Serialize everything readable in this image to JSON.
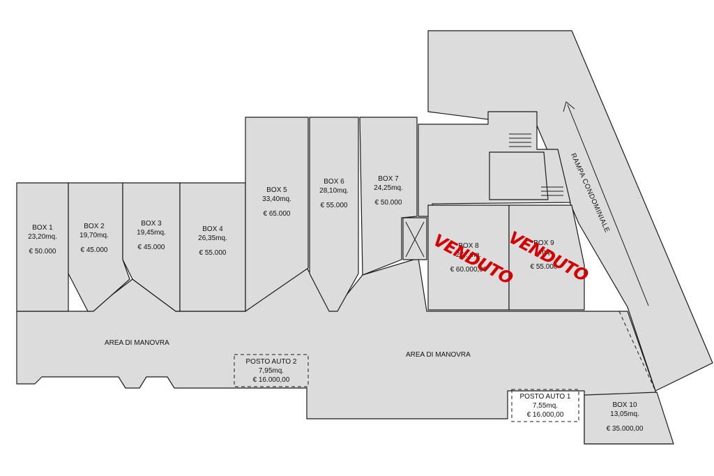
{
  "boxes": [
    {
      "id": "box-1",
      "title": "BOX 1",
      "area": "23,20mq.",
      "price": "€ 50.000"
    },
    {
      "id": "box-2",
      "title": "BOX 2",
      "area": "19,70mq.",
      "price": "€ 45.000"
    },
    {
      "id": "box-3",
      "title": "BOX 3",
      "area": "19,45mq.",
      "price": "€ 45.000"
    },
    {
      "id": "box-4",
      "title": "BOX 4",
      "area": "26,35mq.",
      "price": "€ 55.000"
    },
    {
      "id": "box-5",
      "title": "BOX 5",
      "area": "33,40mq.",
      "price": "€ 65.000"
    },
    {
      "id": "box-6",
      "title": "BOX 6",
      "area": "28,10mq.",
      "price": "€ 55.000"
    },
    {
      "id": "box-7",
      "title": "BOX 7",
      "area": "24,25mq.",
      "price": "€ 50.000"
    },
    {
      "id": "box-8",
      "title": "BOX 8",
      "area": "27,..mq.",
      "price": "€ 60.000,00"
    },
    {
      "id": "box-9",
      "title": "BOX 9",
      "area": "..mq.",
      "price": "€ 55.000"
    },
    {
      "id": "box-10",
      "title": "BOX 10",
      "area": "13,05mq.",
      "price": "€ 35.000,00"
    }
  ],
  "parking": [
    {
      "id": "posto-auto-1",
      "title": "POSTO AUTO 1",
      "area": "7,55mq.",
      "price": "€ 16.000,00"
    },
    {
      "id": "posto-auto-2",
      "title": "POSTO AUTO 2",
      "area": "7,95mq.",
      "price": "€ 16.000,00"
    }
  ],
  "labels": {
    "maneuver_left": "AREA DI MANOVRA",
    "maneuver_right": "AREA DI MANOVRA",
    "ramp": "RAMPA CONDOMINIALE",
    "sold": "VENDUTO"
  },
  "colors": {
    "fill": "#dcdcdc",
    "line": "#1a1a1a",
    "sold": "#d40000"
  }
}
